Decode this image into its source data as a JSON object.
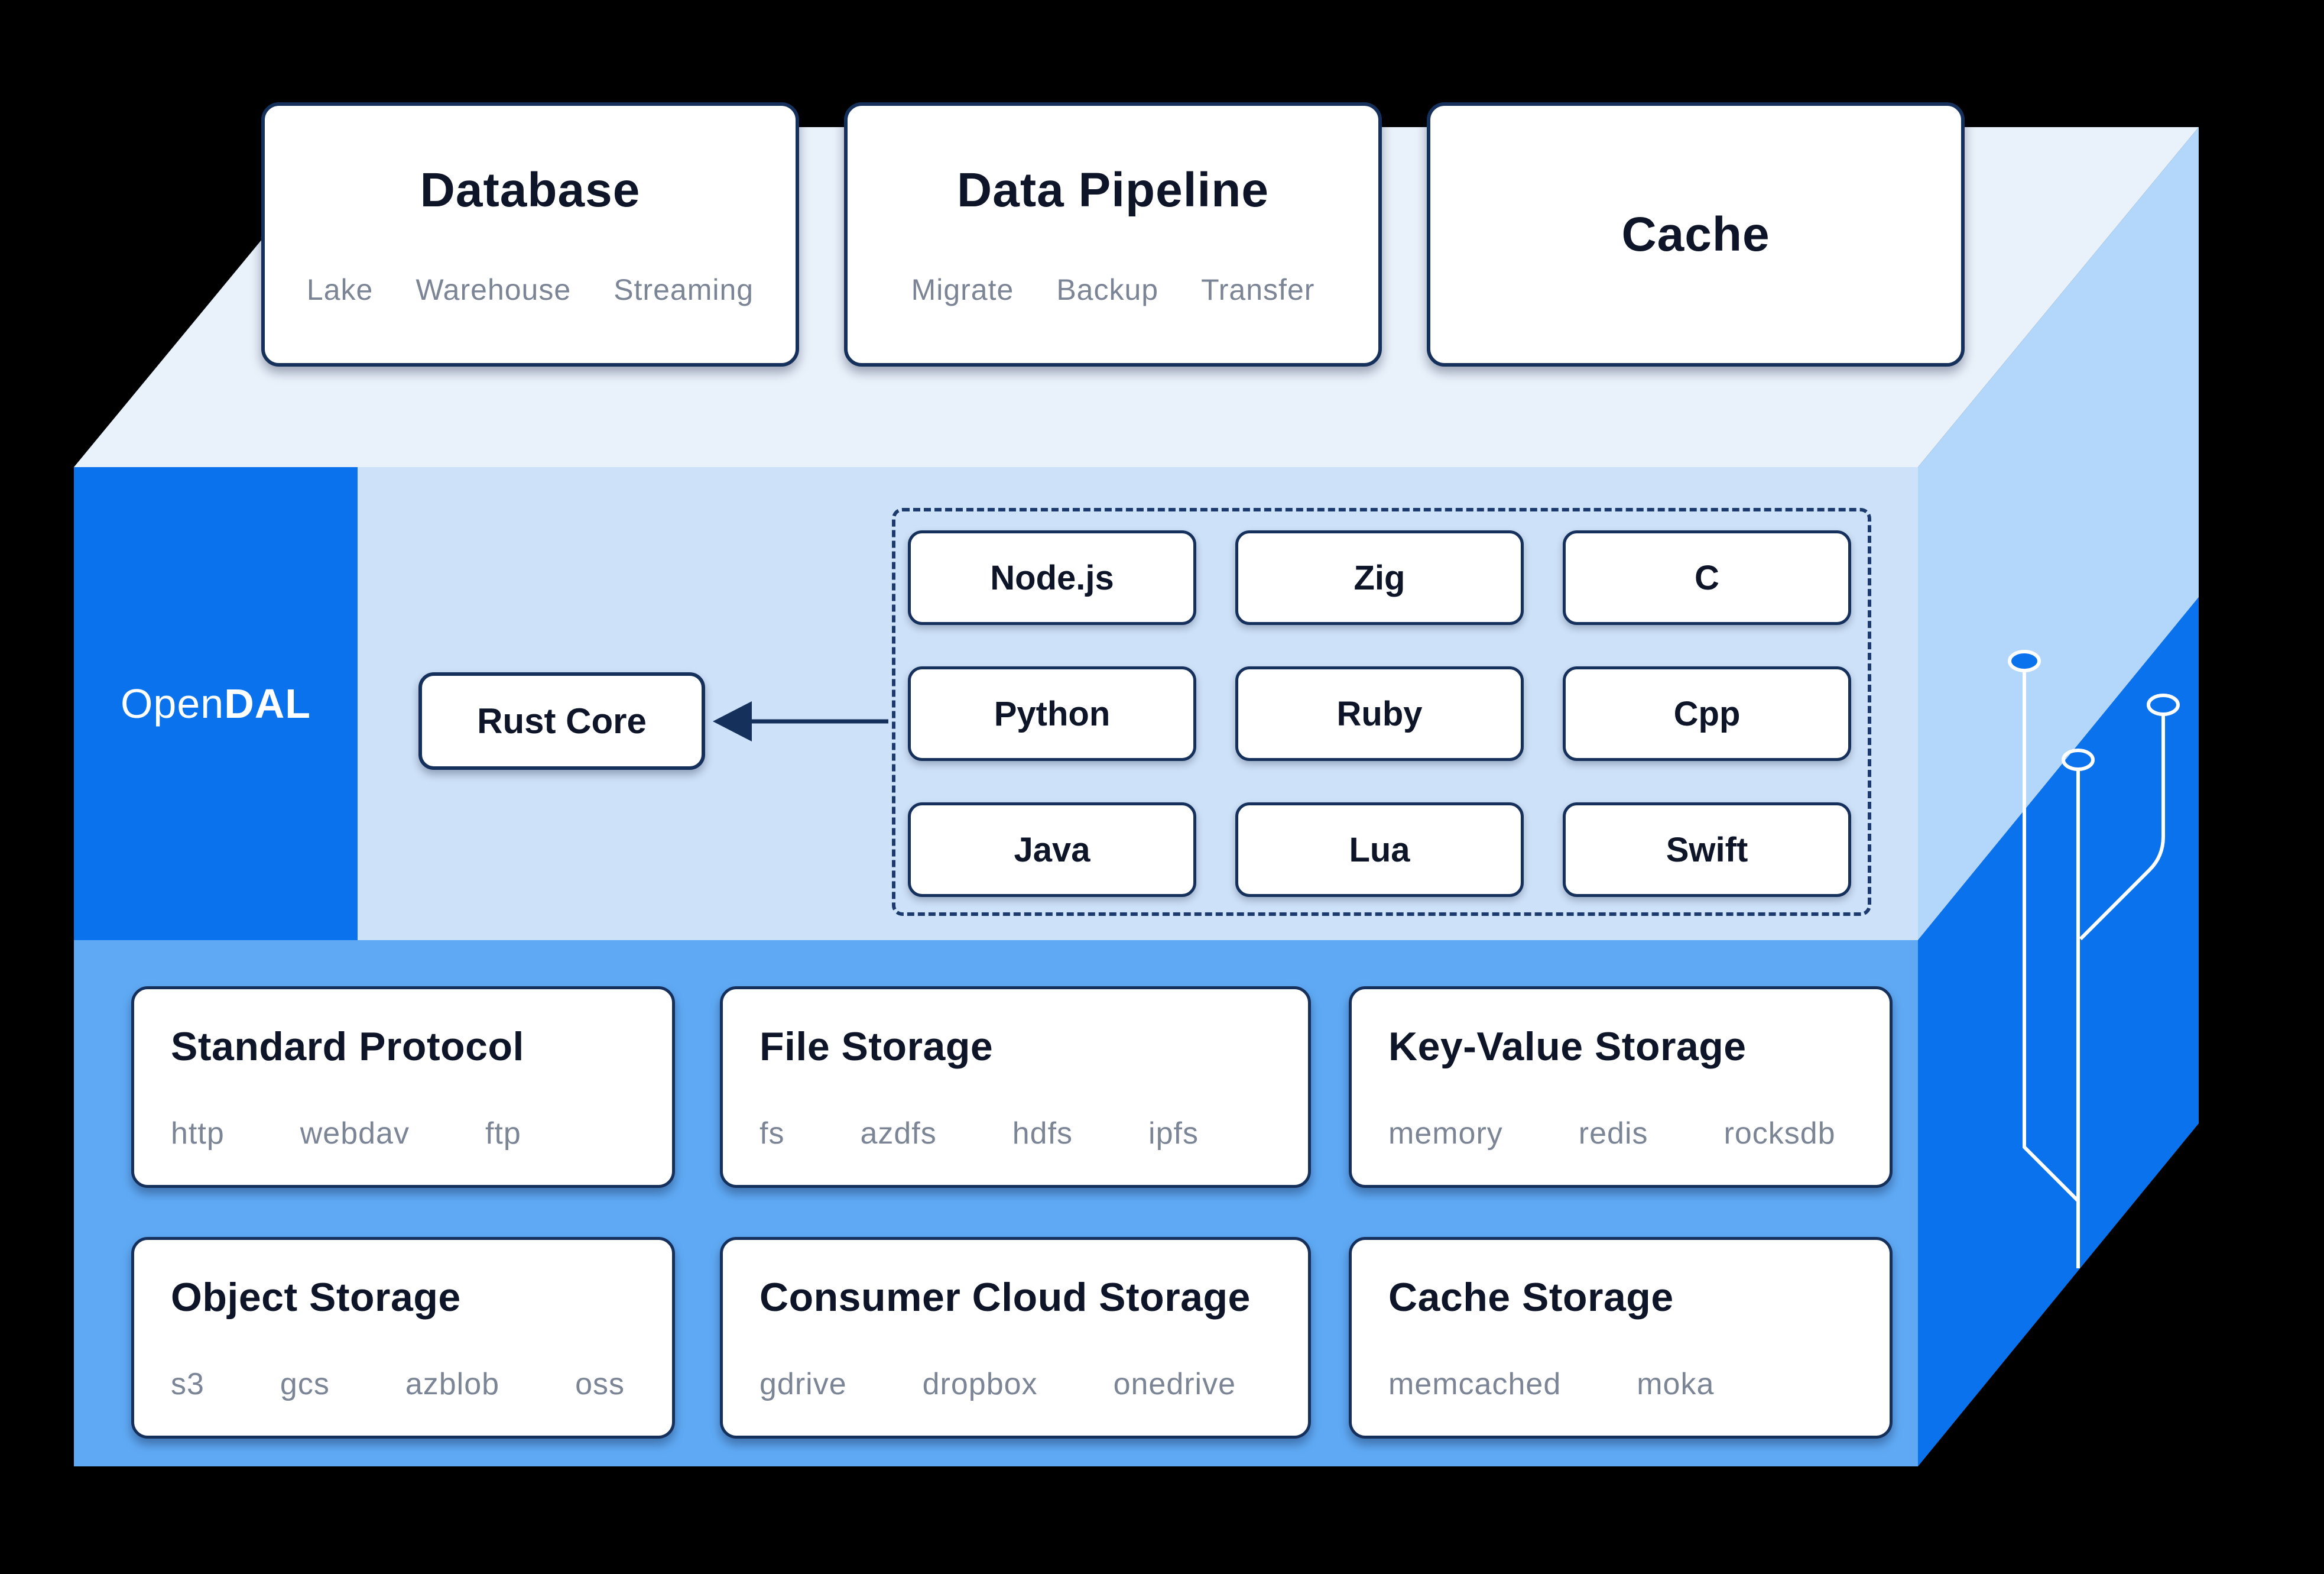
{
  "colors": {
    "background": "#000000",
    "brand_blue": "#0b72ee",
    "top_face": "#e9f1fb",
    "middle_layer_face": "#cde1f8",
    "bottom_layer_face": "#5fa9f4",
    "side_face_upper": "#b3d6fb",
    "card_border_navy": "#16305c",
    "title_text": "#0e1528",
    "muted_text": "#7c8595"
  },
  "top_cards": [
    {
      "title": "Database",
      "items": [
        "Lake",
        "Warehouse",
        "Streaming"
      ]
    },
    {
      "title": "Data Pipeline",
      "items": [
        "Migrate",
        "Backup",
        "Transfer"
      ]
    },
    {
      "title": "Cache",
      "items": []
    }
  ],
  "core": {
    "logo_open": "Open",
    "logo_dal": "DAL",
    "rust_core": "Rust Core"
  },
  "bindings": {
    "rows": [
      [
        "Node.js",
        "Zig",
        "C"
      ],
      [
        "Python",
        "Ruby",
        "Cpp"
      ],
      [
        "Java",
        "Lua",
        "Swift"
      ]
    ]
  },
  "storage_cards": [
    {
      "title": "Standard Protocol",
      "items": [
        "http",
        "webdav",
        "ftp"
      ]
    },
    {
      "title": "File Storage",
      "items": [
        "fs",
        "azdfs",
        "hdfs",
        "ipfs"
      ]
    },
    {
      "title": "Key-Value Storage",
      "items": [
        "memory",
        "redis",
        "rocksdb"
      ]
    },
    {
      "title": "Object Storage",
      "items": [
        "s3",
        "gcs",
        "azblob",
        "oss"
      ]
    },
    {
      "title": "Consumer Cloud Storage",
      "items": [
        "gdrive",
        "dropbox",
        "onedrive"
      ]
    },
    {
      "title": "Cache Storage",
      "items": [
        "memcached",
        "moka"
      ]
    }
  ]
}
